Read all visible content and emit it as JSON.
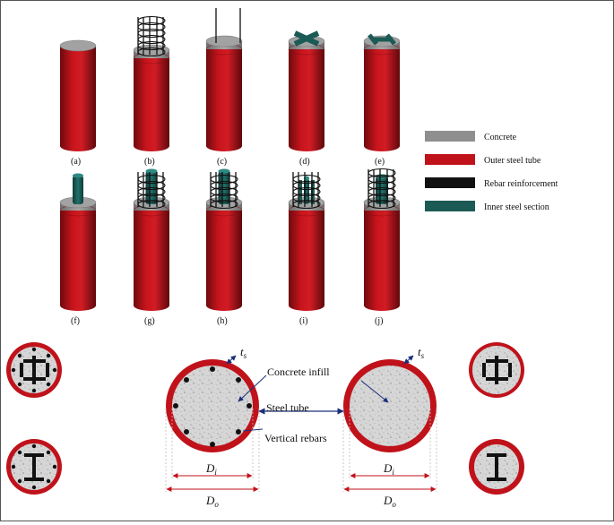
{
  "colors": {
    "concrete": "#8f8f8f",
    "outer_tube": "#c0121a",
    "rebar": "#111111",
    "inner_section": "#1b5a55",
    "annotation": "#1a2f7a",
    "dimension": "#c0121a"
  },
  "panels": [
    {
      "label": "(a)",
      "kind": "plain"
    },
    {
      "label": "(b)",
      "kind": "cage"
    },
    {
      "label": "(c)",
      "kind": "rods"
    },
    {
      "label": "(d)",
      "kind": "cross-section"
    },
    {
      "label": "(e)",
      "kind": "i-section"
    },
    {
      "label": "(f)",
      "kind": "plate"
    },
    {
      "label": "(g)",
      "kind": "cage-plate"
    },
    {
      "label": "(h)",
      "kind": "cage-plate"
    },
    {
      "label": "(i)",
      "kind": "cage-cross"
    },
    {
      "label": "(j)",
      "kind": "cage-i"
    }
  ],
  "legend": [
    {
      "label": "Concrete",
      "color_key": "concrete"
    },
    {
      "label": "Outer steel tube",
      "color_key": "outer_tube"
    },
    {
      "label": "Rebar reinforcement",
      "color_key": "rebar"
    },
    {
      "label": "Inner steel section",
      "color_key": "inner_section"
    }
  ],
  "annotations": {
    "thickness_left": "t",
    "thickness_left_sub": "s",
    "thickness_right": "t",
    "thickness_right_sub": "s",
    "concrete_infill": "Concrete infill",
    "steel_tube": "Steel tube",
    "vertical_rebars": "Vertical rebars",
    "di_left": "D",
    "di_left_sub": "i",
    "do_left": "D",
    "do_left_sub": "o",
    "di_right": "D",
    "di_right_sub": "i",
    "do_right": "D",
    "do_right_sub": "o"
  }
}
